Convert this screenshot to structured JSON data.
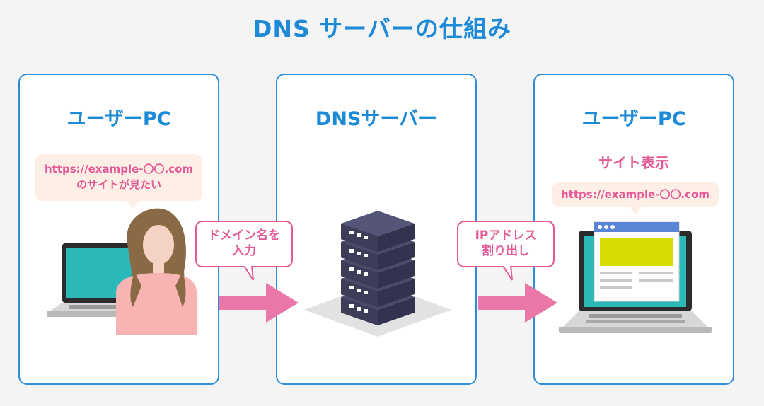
{
  "title": "DNS サーバーの仕組み",
  "panels": [
    {
      "title": "ユーザーPC",
      "bubble_line1": "https://example-〇〇.com",
      "bubble_line2": "のサイトが見たい"
    },
    {
      "title": "DNSサーバー"
    },
    {
      "title": "ユーザーPC",
      "subtitle": "サイト表示",
      "bubble_line1": "https://example-〇〇.com"
    }
  ],
  "callouts": [
    {
      "line1": "ドメイン名を",
      "line2": "入力"
    },
    {
      "line1": "IPアドレス",
      "line2": "割り出し"
    }
  ],
  "colors": {
    "accent": "#1d8ad8",
    "pink": "#e45a97",
    "bubble": "#fdeee6",
    "arrow": "#ea77a8"
  }
}
